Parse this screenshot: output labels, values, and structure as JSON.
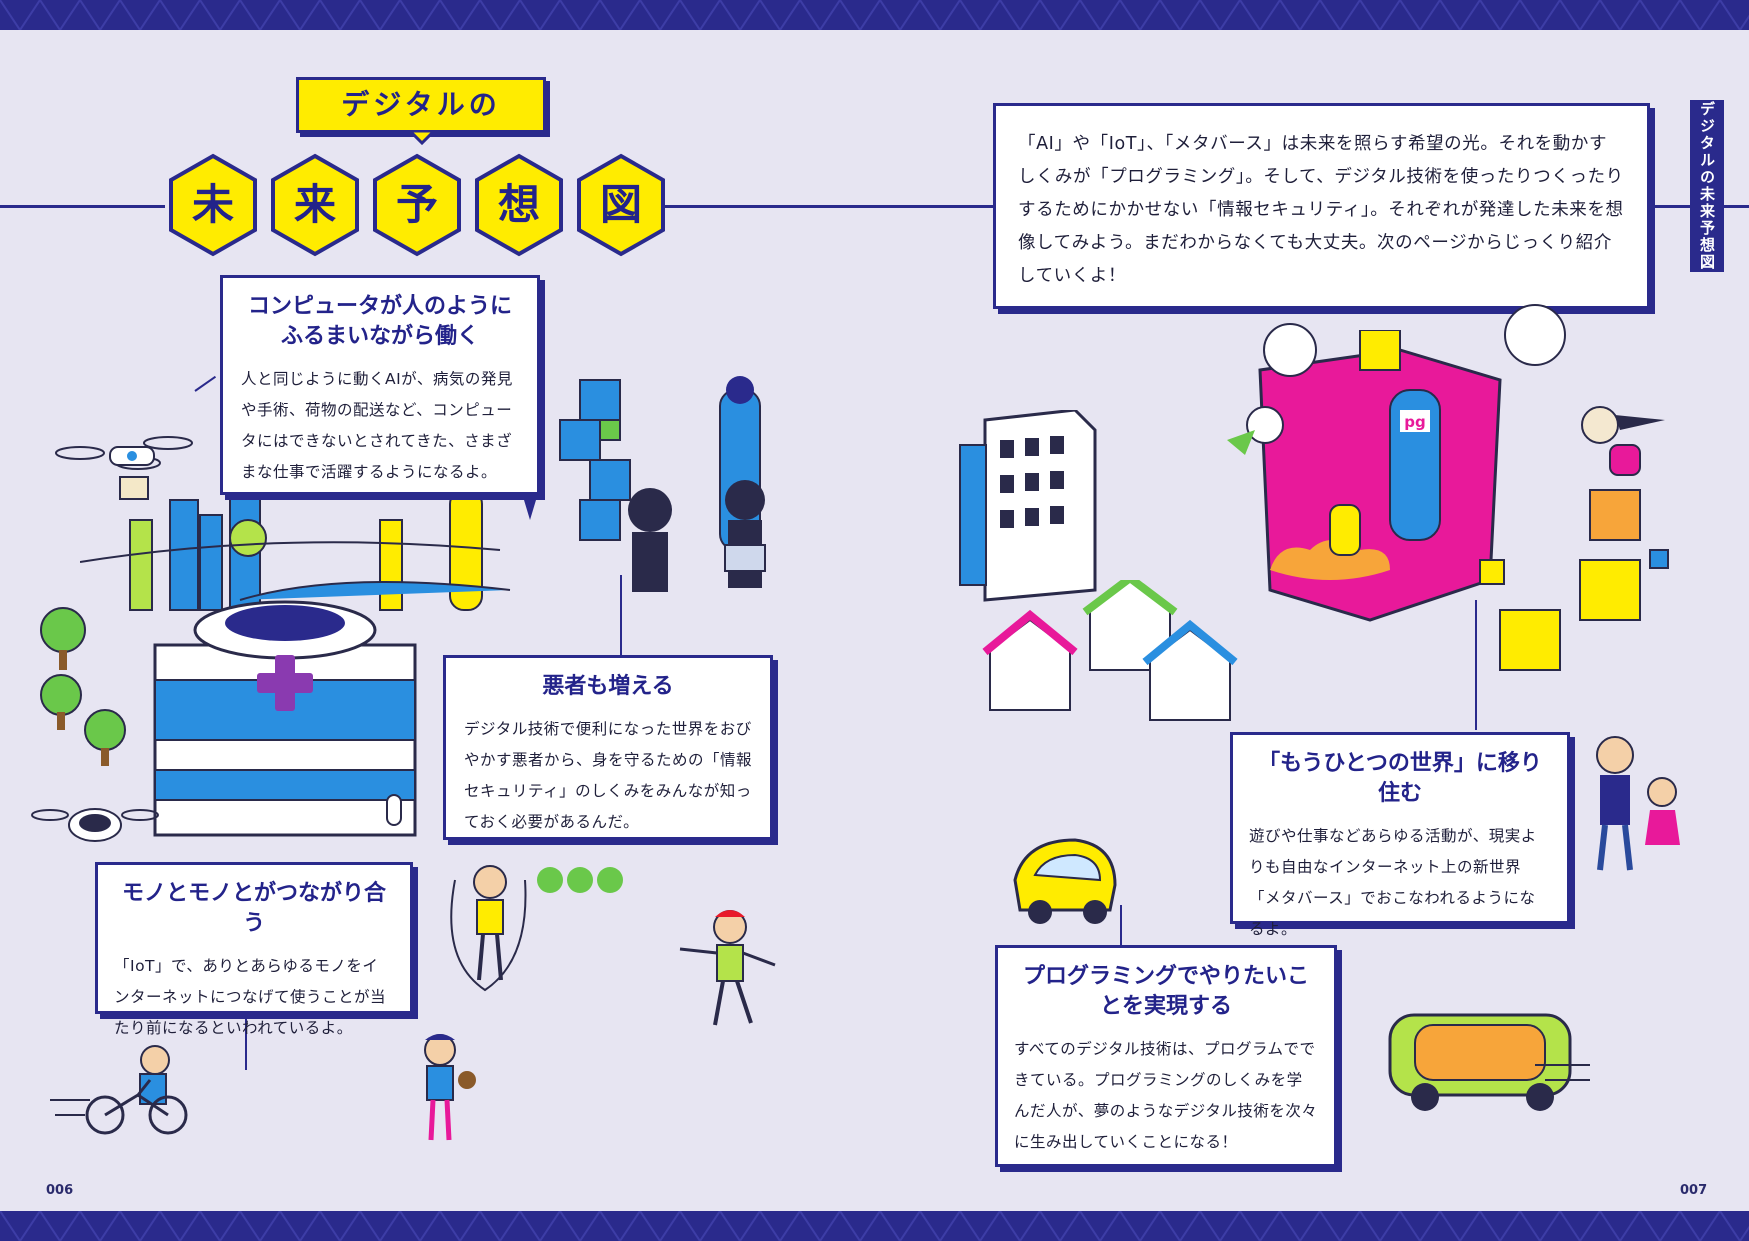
{
  "title": {
    "top": "デジタルの",
    "chars": [
      "未",
      "来",
      "予",
      "想",
      "図"
    ]
  },
  "side_tab": "デジタルの未来予想図",
  "intro": "「AI」や「IoT」、「メタバース」は未来を照らす希望の光。それを動かすしくみが「プログラミング」。そして、デジタル技術を使ったりつくったりするためにかかせない「情報セキュリティ」。それぞれが発達した未来を想像してみよう。まだわからなくても大丈夫。次のページからじっくり紹介していくよ！",
  "boxes": {
    "ai": {
      "heading": "コンピュータが人のようにふるまいながら働く",
      "body": "人と同じように動くAIが、病気の発見や手術、荷物の配送など、コンピュータにはできないとされてきた、さまざまな仕事で活躍するようになるよ。"
    },
    "security": {
      "heading": "悪者も増える",
      "body": "デジタル技術で便利になった世界をおびやかす悪者から、身を守るための「情報セキュリティ」のしくみをみんなが知っておく必要があるんだ。"
    },
    "iot": {
      "heading": "モノとモノとがつながり合う",
      "body": "「IoT」で、ありとあらゆるモノをインターネットにつなげて使うことが当たり前になるといわれているよ。"
    },
    "metaverse": {
      "heading": "「もうひとつの世界」に移り住む",
      "body": "遊びや仕事などあらゆる活動が、現実よりも自由なインターネット上の新世界「メタバース」でおこなわれるようになるよ。"
    },
    "programming": {
      "heading": "プログラミングでやりたいことを実現する",
      "body": "すべてのデジタル技術は、プログラムでできている。プログラミングのしくみを学んだ人が、夢のようなデジタル技術を次々に生み出していくことになる！"
    }
  },
  "illustration_text": {
    "building_sign": "pg"
  },
  "page_numbers": {
    "left": "006",
    "right": "007"
  },
  "colors": {
    "navy": "#2a2a8c",
    "yellow": "#ffec00",
    "background": "#e7e5f2",
    "magenta": "#e8199a",
    "blue": "#2a8fe0"
  }
}
